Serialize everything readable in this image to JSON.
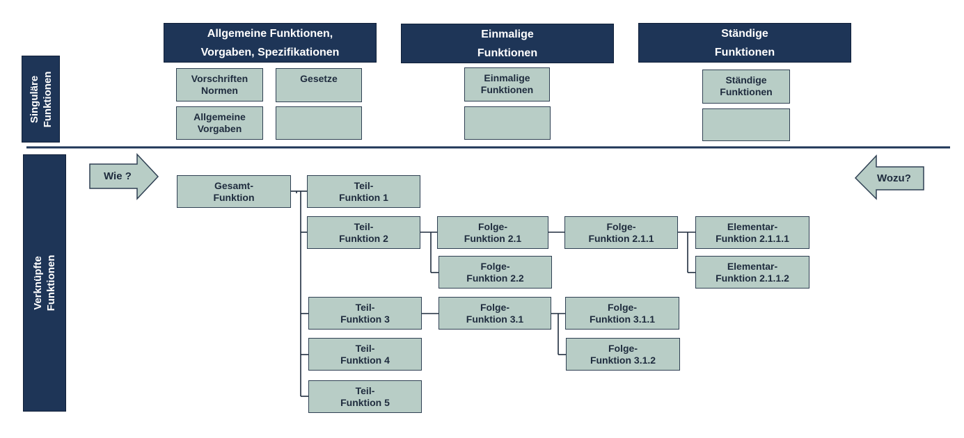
{
  "header_columns": [
    {
      "line1": "Allgemeine Funktionen,",
      "line2": "Vorgaben, Spezifikationen"
    },
    {
      "line1": "Einmalige",
      "line2": "Funktionen"
    },
    {
      "line1": "Ständige",
      "line2": "Funktionen"
    }
  ],
  "side_labels": {
    "singular": {
      "line1": "Singuläre",
      "line2": "Funktionen"
    },
    "linked": {
      "line1": "Verknüpfte",
      "line2": "Funktionen"
    }
  },
  "singular_boxes": {
    "vorschriften": {
      "line1": "Vorschriften",
      "line2": "Normen"
    },
    "gesetze": {
      "line1": "Gesetze"
    },
    "allgemeine_vorgaben": {
      "line1": "Allgemeine",
      "line2": "Vorgaben"
    },
    "einmalige": {
      "line1": "Einmalige",
      "line2": "Funktionen"
    },
    "staendige": {
      "line1": "Ständige",
      "line2": "Funktionen"
    }
  },
  "arrows": {
    "left": "Wie ?",
    "right": "Wozu?"
  },
  "nodes": {
    "gesamt": {
      "line1": "Gesamt-",
      "line2": "Funktion"
    },
    "teil1": {
      "line1": "Teil-",
      "line2": "Funktion 1"
    },
    "teil2": {
      "line1": "Teil-",
      "line2": "Funktion 2"
    },
    "teil3": {
      "line1": "Teil-",
      "line2": "Funktion 3"
    },
    "teil4": {
      "line1": "Teil-",
      "line2": "Funktion 4"
    },
    "teil5": {
      "line1": "Teil-",
      "line2": "Funktion 5"
    },
    "folge21": {
      "line1": "Folge-",
      "line2": "Funktion 2.1"
    },
    "folge22": {
      "line1": "Folge-",
      "line2": "Funktion 2.2"
    },
    "folge211": {
      "line1": "Folge-",
      "line2": "Funktion 2.1.1"
    },
    "elem2111": {
      "line1": "Elementar-",
      "line2": "Funktion 2.1.1.1"
    },
    "elem2112": {
      "line1": "Elementar-",
      "line2": "Funktion 2.1.1.2"
    },
    "folge31": {
      "line1": "Folge-",
      "line2": "Funktion 3.1"
    },
    "folge311": {
      "line1": "Folge-",
      "line2": "Funktion 3.1.1"
    },
    "folge312": {
      "line1": "Folge-",
      "line2": "Funktion 3.1.2"
    }
  }
}
